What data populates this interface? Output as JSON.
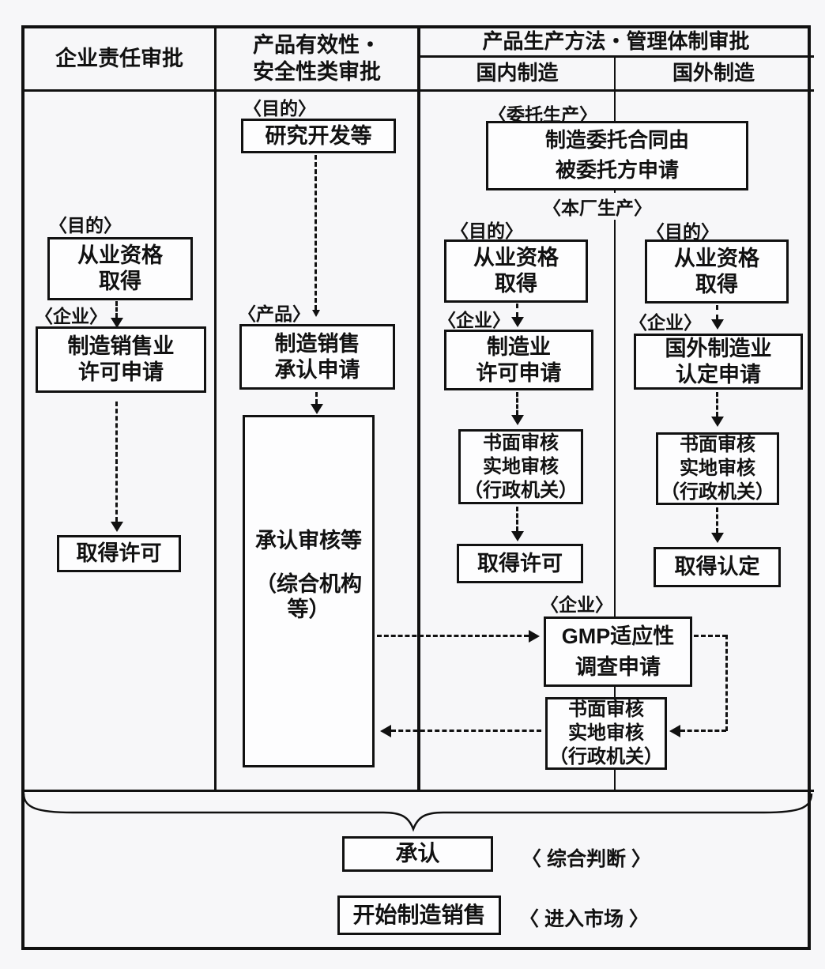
{
  "colors": {
    "line": "#111111",
    "background": "#f7f7f9",
    "box_bg": "#fdfdfe"
  },
  "header": {
    "col1": "企业责任审批",
    "col2": [
      "产品有效性・",
      "安全性类审批"
    ],
    "col34": "产品生产方法・管理体制审批",
    "col3": "国内制造",
    "col4": "国外制造"
  },
  "labels": {
    "purpose": "〈目的〉",
    "enterprise": "〈企业〉",
    "product": "〈产品〉",
    "consigned_production": "〈委托生产〉",
    "own_factory_production": "〈本厂生产〉",
    "comprehensive_judgment": "〈 综合判断 〉",
    "market_entry": "〈 进入市场 〉"
  },
  "boxes": {
    "research": "研究开发等",
    "consign_contract": [
      "制造委托合同由",
      "被委托方申请"
    ],
    "qualification": [
      "从业资格",
      "取得"
    ],
    "mfr_sales_license": [
      "制造销售业",
      "许可申请"
    ],
    "mfr_sales_approval": [
      "制造销售",
      "承认申请"
    ],
    "mfr_license": [
      "制造业",
      "许可申请"
    ],
    "foreign_mfr_accreditation": [
      "国外制造业",
      "认定申请"
    ],
    "review": [
      "书面审核",
      "实地审核",
      "（行政机关）"
    ],
    "obtain_license": "取得许可",
    "obtain_accreditation": "取得认定",
    "approval_review": [
      "承认审核等",
      "（综合机构等）"
    ],
    "gmp": [
      "GMP适应性",
      "调查申请"
    ],
    "approval": "承认",
    "start_mfr_sales": "开始制造销售"
  }
}
